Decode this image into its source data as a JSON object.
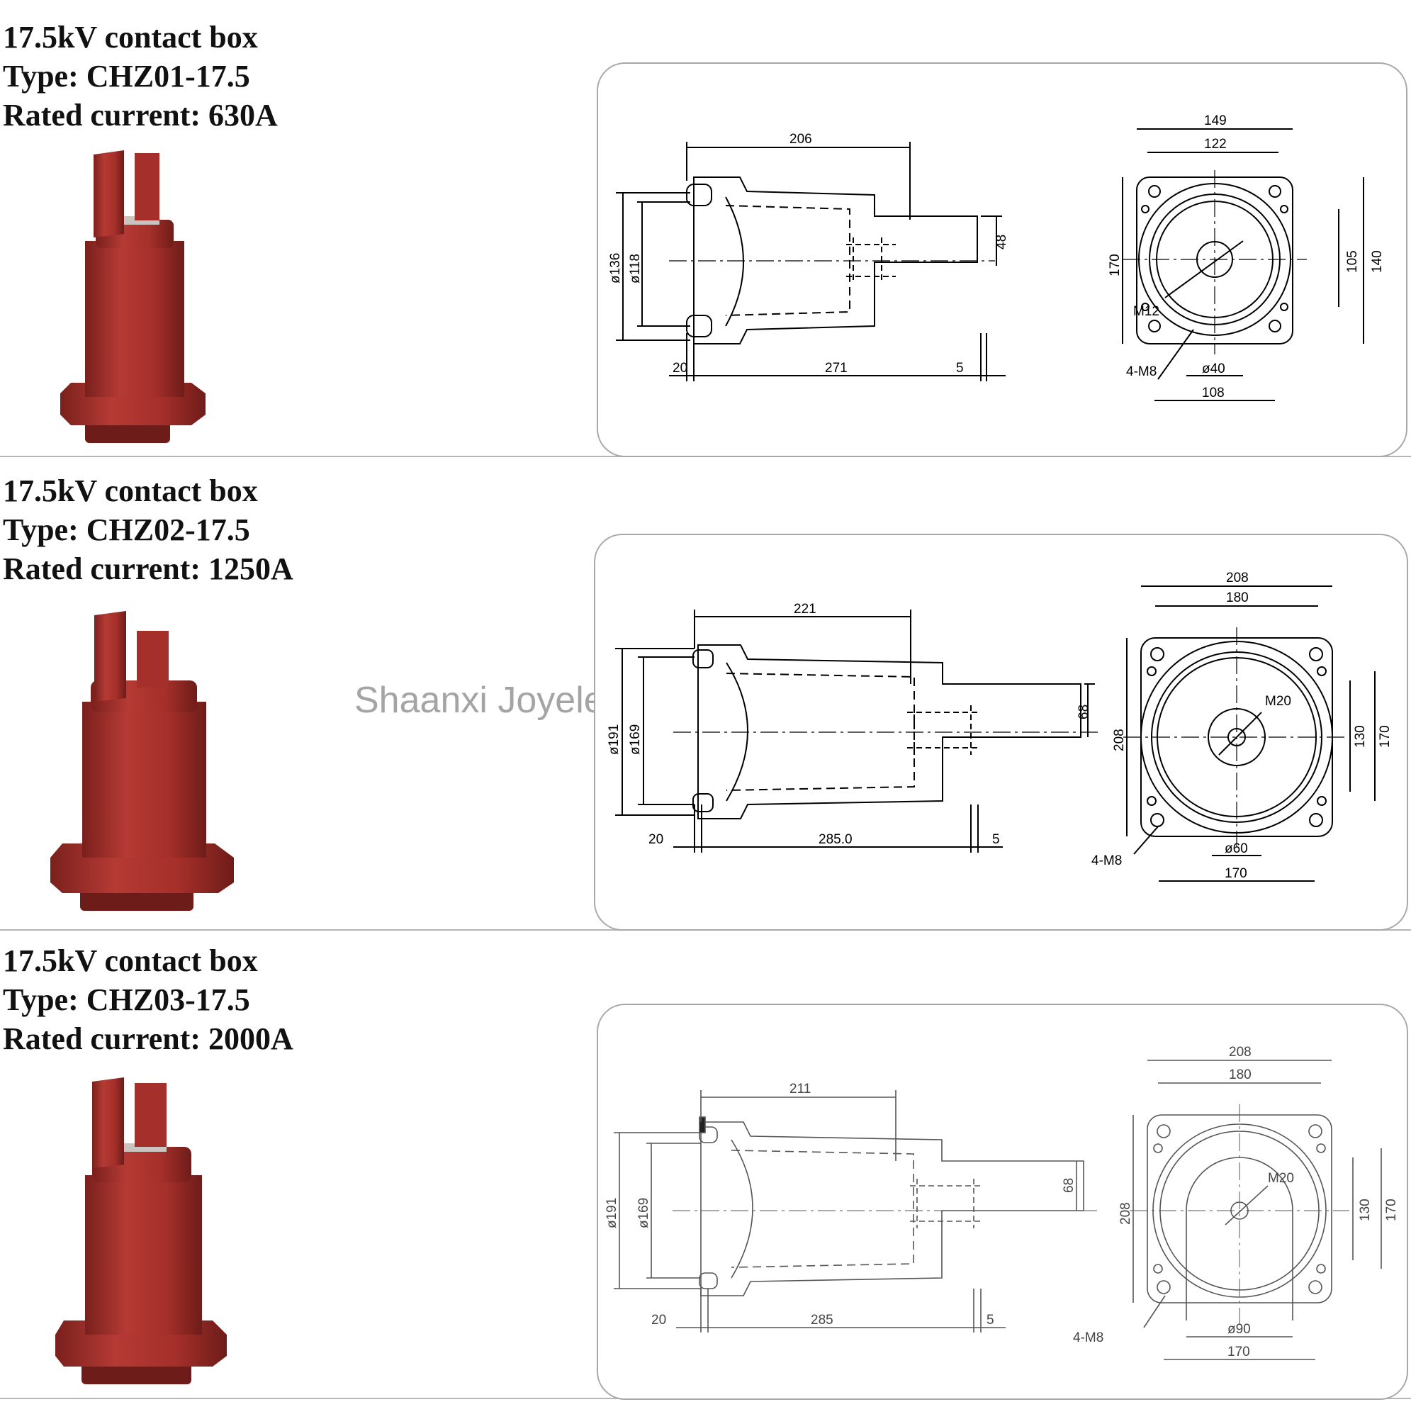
{
  "watermark": "Shaanxi Joyelectric International Co., Ltd.",
  "products": [
    {
      "heading": "17.5kV contact box",
      "type": "Type: CHZ01-17.5",
      "rated_current": "Rated current: 630A",
      "side": {
        "length_top": "206",
        "d_outer": "ø136",
        "d_inner": "ø118",
        "height_right": "48",
        "left_gap": "20",
        "length_bottom": "271",
        "right_gap": "5"
      },
      "front": {
        "top_outer": "149",
        "top_inner": "122",
        "left": "170",
        "right_inner": "105",
        "right_outer": "140",
        "thread": "M12",
        "holes": "4-M8",
        "bore": "ø40",
        "bottom": "108"
      }
    },
    {
      "heading": "17.5kV contact box",
      "type": "Type: CHZ02-17.5",
      "rated_current": "Rated current: 1250A",
      "side": {
        "length_top": "221",
        "d_outer": "ø191",
        "d_inner": "ø169",
        "height_right": "68",
        "left_gap": "20",
        "length_bottom": "285.0",
        "right_gap": "5"
      },
      "front": {
        "top_outer": "208",
        "top_inner": "180",
        "left": "208",
        "right_inner": "130",
        "right_outer": "170",
        "thread": "M20",
        "holes": "4-M8",
        "bore": "ø60",
        "bottom": "170"
      }
    },
    {
      "heading": "17.5kV contact box",
      "type": "Type: CHZ03-17.5",
      "rated_current": "Rated current: 2000A",
      "side": {
        "length_top": "211",
        "d_outer": "ø191",
        "d_inner": "ø169",
        "height_right": "68",
        "left_gap": "20",
        "length_bottom": "285",
        "right_gap": "5"
      },
      "front": {
        "top_outer": "208",
        "top_inner": "180",
        "left": "208",
        "right_inner": "130",
        "right_outer": "170",
        "thread": "M20",
        "holes": "4-M8",
        "bore": "ø90",
        "bottom": "170"
      }
    }
  ],
  "colors": {
    "insulator_red": "#a8302c",
    "insulator_shadow": "#6e1c19",
    "insulator_highlight": "#c8504a"
  }
}
